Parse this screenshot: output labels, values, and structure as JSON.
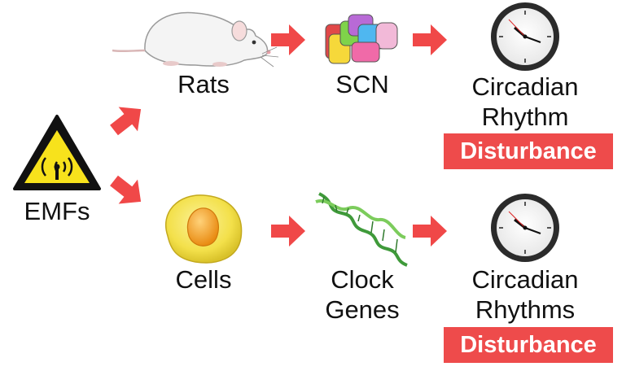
{
  "emfs": {
    "label": "EMFs",
    "icon": "radiation-warning-icon"
  },
  "top_row": {
    "organism_label": "Rats",
    "organism_icon": "rat-icon",
    "target_label": "SCN",
    "target_icon": "brain-scn-icon",
    "outcome_line1": "Circadian",
    "outcome_line2": "Rhythm",
    "outcome_badge": "Disturbance",
    "outcome_icon": "clock-icon"
  },
  "bottom_row": {
    "organism_label": "Cells",
    "organism_icon": "cell-icon",
    "target_line1": "Clock",
    "target_line2": "Genes",
    "target_icon": "dna-helix-icon",
    "outcome_line1": "Circadian",
    "outcome_line2": "Rhythms",
    "outcome_badge": "Disturbance",
    "outcome_icon": "clock-icon"
  },
  "colors": {
    "arrow": "#f04848",
    "badge_bg": "#ee4b4b",
    "warning_yellow": "#f7e21c",
    "cell_yellow": "#f3e04a",
    "nucleus_orange": "#f5a623"
  }
}
